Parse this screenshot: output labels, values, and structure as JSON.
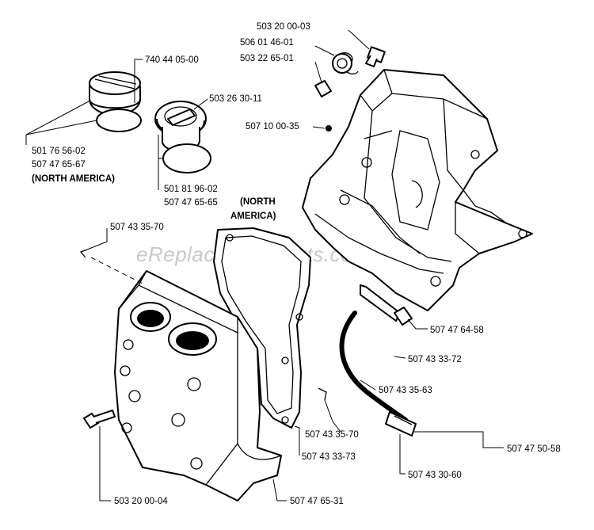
{
  "watermark": "eReplacementParts.com",
  "callouts": {
    "screw_top": "503 20 00-03",
    "spring_1": "506 01 46-01",
    "spring_2": "503 22 65-01",
    "oil_cap": "740 44 05-00",
    "fuel_cap": "503 26 30-11",
    "plug": "507 10 00-35",
    "cap_gasket_1": "501 76 56-02",
    "cap_gasket_2": "507 47 65-67",
    "cap_gasket_note": "(NORTH AMERICA)",
    "fuel_cap_gasket_1": "501 81 96-02",
    "fuel_cap_gasket_2": "507 47 65-65",
    "gasket_note_1": "(NORTH",
    "gasket_note_2": "AMERICA)",
    "clip_top": "507 43 35-70",
    "bolt_right": "507 47 64-58",
    "hose": "507 43 33-72",
    "hose_clip": "507 43 35-63",
    "clip_bottom": "507 43 35-70",
    "gasket": "507 43 33-73",
    "filter": "507 47 50-58",
    "pickup": "507 43 30-60",
    "screw_bottom": "503 20 00-04",
    "tank": "507 47 65-31"
  }
}
